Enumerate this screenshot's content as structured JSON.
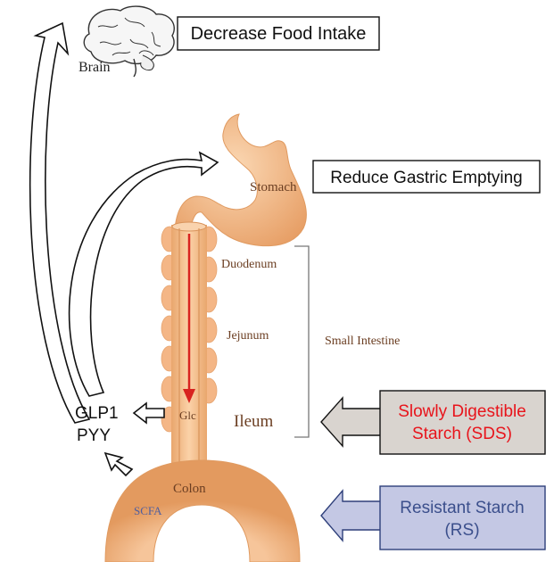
{
  "labels": {
    "brain": "Brain",
    "decrease_food_intake": "Decrease Food Intake",
    "stomach": "Stomach",
    "reduce_gastric_emptying": "Reduce Gastric Emptying",
    "duodenum": "Duodenum",
    "jejunum": "Jejunum",
    "small_intestine": "Small Intestine",
    "glc": "Glc",
    "ileum": "Ileum",
    "colon": "Colon",
    "scfa": "SCFA",
    "glp1": "GLP1",
    "pyy": "PYY",
    "sds_line1": "Slowly Digestible",
    "sds_line2": "Starch (SDS)",
    "rs_line1": "Resistant Starch",
    "rs_line2": "(RS)"
  },
  "colors": {
    "gut_fill": "#f7c190",
    "gut_dark": "#e3a06a",
    "gut_label": "#6b3e22",
    "glucose_arrow": "#d8231f",
    "sds_box": "#d9d4cf",
    "sds_text": "#e8141b",
    "rs_box": "#c4c8e4",
    "rs_text": "#3b4f8c",
    "rs_border": "#2e3f7a",
    "scfa_text": "#4f5fa0"
  }
}
